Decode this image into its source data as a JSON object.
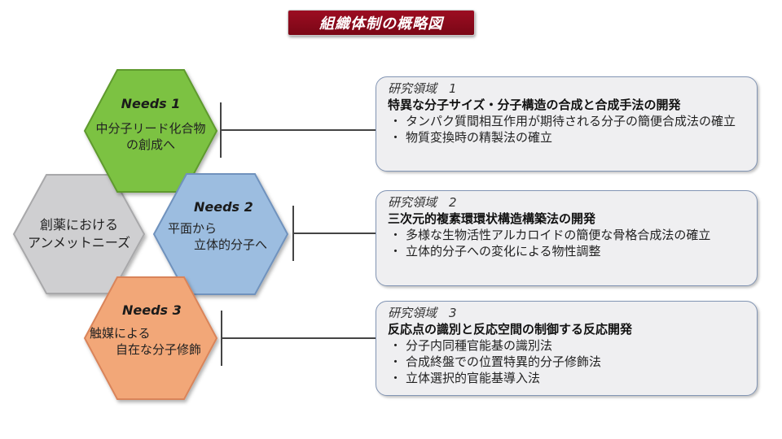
{
  "title": "組織体制の概略図",
  "center": {
    "line1": "創薬における",
    "line2": "アンメットニーズ"
  },
  "needs": [
    {
      "name": "Needs 1",
      "line1": "中分子リード化合物",
      "line2": "の創成へ",
      "fill": "#7cc242",
      "stroke": "#5e9a2f"
    },
    {
      "name": "Needs 2",
      "line1": "平面から",
      "line2": "立体的分子へ",
      "fill": "#9cbde0",
      "stroke": "#6f92bd"
    },
    {
      "name": "Needs 3",
      "line1": "触媒による",
      "line2": "自在な分子修飾",
      "fill": "#f2a778",
      "stroke": "#d9845a"
    }
  ],
  "center_colors": {
    "fill": "#cfcfd1",
    "stroke": "#a8a8aa"
  },
  "areas": [
    {
      "head": "研究領域　1",
      "title": "特異な分子サイズ・分子構造の合成と合成手法の開発",
      "bullets": [
        "タンパク質間相互作用が期待される分子の簡便合成法の確立",
        "物質変換時の精製法の確立"
      ]
    },
    {
      "head": "研究領域　2",
      "title": "三次元的複素環環状構造構築法の開発",
      "bullets": [
        "多様な生物活性アルカロイドの簡便な骨格合成法の確立",
        "立体的分子への変化による物性調整"
      ]
    },
    {
      "head": "研究領域　3",
      "title": "反応点の識別と反応空間の制御する反応開発",
      "bullets": [
        "分子内同種官能基の識別法",
        "合成終盤での位置特異的分子修飾法",
        "立体選択的官能基導入法"
      ]
    }
  ]
}
